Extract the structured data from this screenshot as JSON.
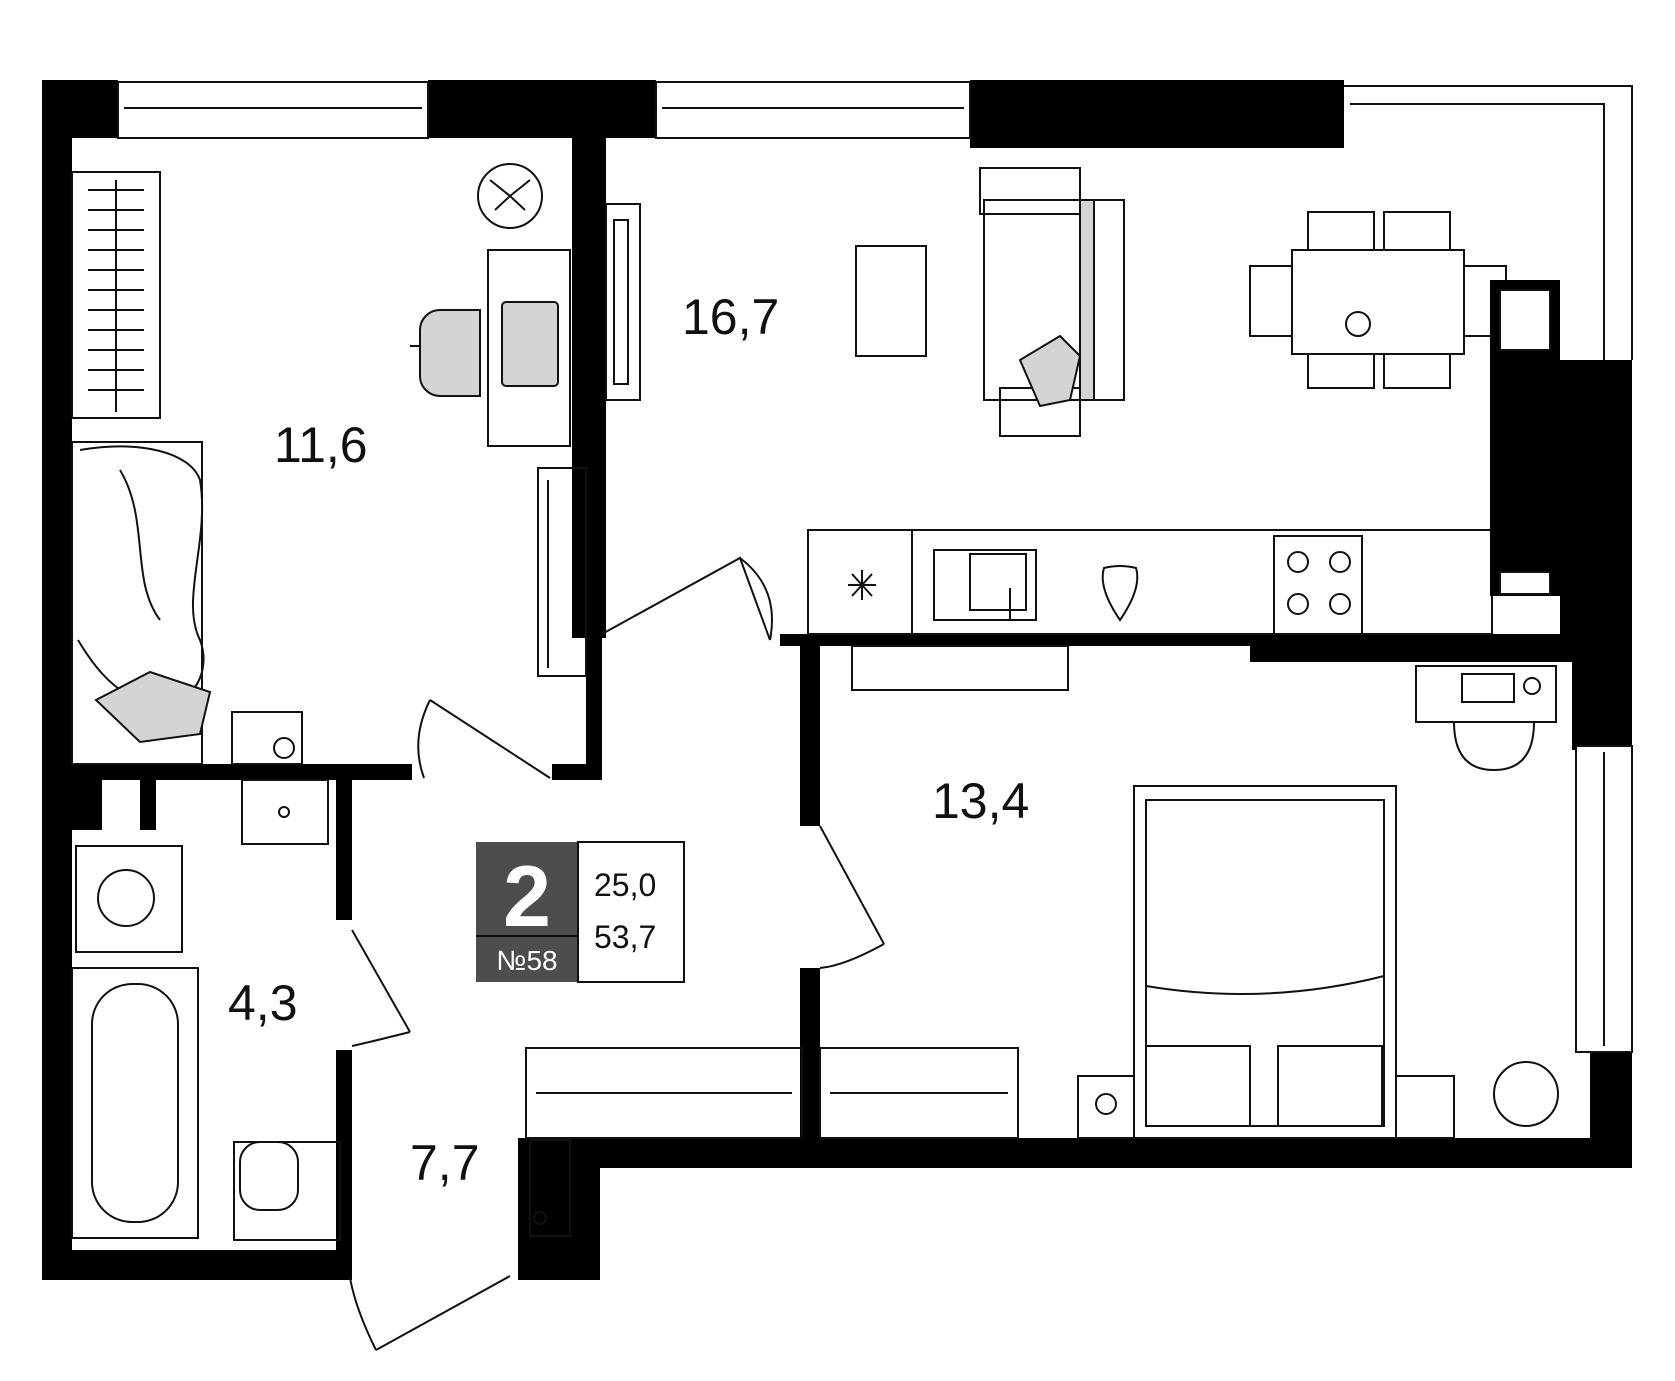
{
  "rooms": [
    {
      "id": "bedroom-small",
      "area": "11,6"
    },
    {
      "id": "living-kitchen",
      "area": "16,7"
    },
    {
      "id": "bedroom-main",
      "area": "13,4"
    },
    {
      "id": "bathroom",
      "area": "4,3"
    },
    {
      "id": "hallway",
      "area": "7,7"
    }
  ],
  "apartment": {
    "rooms_count": "2",
    "number": "№58",
    "living_area": "25,0",
    "total_area": "53,7"
  },
  "colors": {
    "wall": "#000000",
    "badge_bg": "#4d4d4d",
    "furniture_fill": "#d4d4d4"
  }
}
